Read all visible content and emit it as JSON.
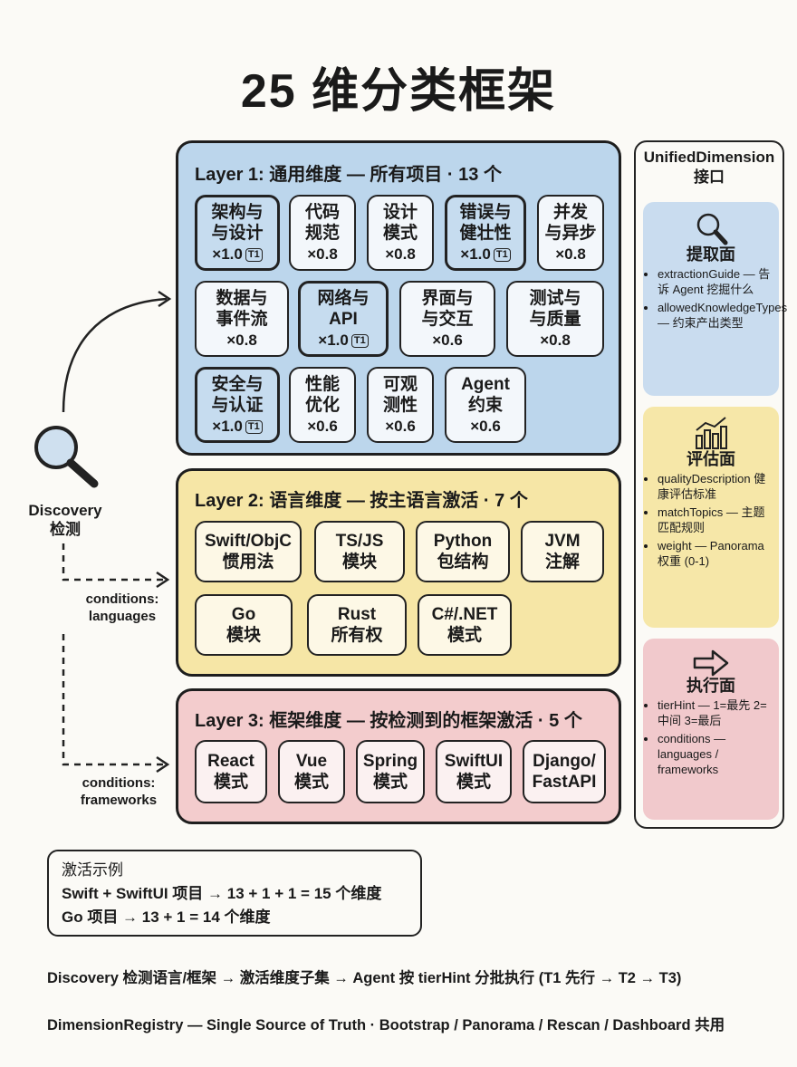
{
  "title": "25 维分类框架",
  "layer1": {
    "header": "Layer 1: 通用维度 — 所有项目 · 13 个",
    "cards": [
      {
        "l1": "架构与",
        "l2": "与设计",
        "w": "×1.0",
        "tag": "T1"
      },
      {
        "l1": "代码",
        "l2": "规范",
        "w": "×0.8"
      },
      {
        "l1": "设计",
        "l2": "模式",
        "w": "×0.8"
      },
      {
        "l1": "错误与",
        "l2": "健壮性",
        "w": "×1.0",
        "tag": "T1"
      },
      {
        "l1": "并发",
        "l2": "与异步",
        "w": "×0.8"
      },
      {
        "l1": "数据与",
        "l2": "事件流",
        "w": "×0.8"
      },
      {
        "l1": "网络与",
        "l2": "API",
        "w": "×1.0",
        "tag": "T1"
      },
      {
        "l1": "界面与",
        "l2": "与交互",
        "w": "×0.6"
      },
      {
        "l1": "测试与",
        "l2": "与质量",
        "w": "×0.8"
      },
      {
        "l1": "安全与",
        "l2": "与认证",
        "w": "×1.0",
        "tag": "T1"
      },
      {
        "l1": "性能",
        "l2": "优化",
        "w": "×0.6"
      },
      {
        "l1": "可观",
        "l2": "测性",
        "w": "×0.6"
      },
      {
        "l1": "Agent",
        "l2": "约束",
        "w": "×0.6"
      }
    ]
  },
  "layer2": {
    "header": "Layer 2: 语言维度 — 按主语言激活 · 7 个",
    "cards": [
      {
        "l1": "Swift/ObjC",
        "l2": "惯用法"
      },
      {
        "l1": "TS/JS",
        "l2": "模块"
      },
      {
        "l1": "Python",
        "l2": "包结构"
      },
      {
        "l1": "JVM",
        "l2": "注解"
      },
      {
        "l1": "Go",
        "l2": "模块"
      },
      {
        "l1": "Rust",
        "l2": "所有权"
      },
      {
        "l1": "C#/.NET",
        "l2": "模式"
      }
    ]
  },
  "layer3": {
    "header": "Layer 3: 框架维度 — 按检测到的框架激活 · 5 个",
    "cards": [
      {
        "l1": "React",
        "l2": "模式"
      },
      {
        "l1": "Vue",
        "l2": "模式"
      },
      {
        "l1": "Spring",
        "l2": "模式"
      },
      {
        "l1": "SwiftUI",
        "l2": "模式"
      },
      {
        "l1": "Django/",
        "l2": "FastAPI"
      }
    ]
  },
  "discovery": {
    "l1": "Discovery",
    "l2": "检测"
  },
  "cond_lang": {
    "l1": "conditions:",
    "l2": "languages"
  },
  "cond_fw": {
    "l1": "conditions:",
    "l2": "frameworks"
  },
  "sidebar": {
    "title1": "UnifiedDimension",
    "title2": "接口",
    "extract": {
      "heading": "提取面",
      "items": [
        "extractionGuide — 告诉 Agent 挖掘什么",
        "allowedKnowledgeTypes — 约束产出类型"
      ]
    },
    "evaluate": {
      "heading": "评估面",
      "items": [
        "qualityDescription 健康评估标准",
        "matchTopics — 主题匹配规则",
        "weight — Panorama 权重 (0-1)"
      ]
    },
    "execute": {
      "heading": "执行面",
      "items": [
        "tierHint — 1=最先 2=中间 3=最后",
        "conditions — languages / frameworks"
      ]
    }
  },
  "example": {
    "heading": "激活示例",
    "line1": "Swift + SwiftUI 项目 → 13 + 1 + 1 = 15 个维度",
    "line2": "Go 项目 → 13 + 1 = 14 个维度"
  },
  "footer1": "Discovery 检测语言/框架 → 激活维度子集 → Agent 按 tierHint 分批执行 (T1 先行 → T2 → T3)",
  "footer2": "DimensionRegistry — Single Source of Truth · Bootstrap / Panorama / Rescan / Dashboard 共用",
  "colors": {
    "layer1": "#bcd6ec",
    "layer2": "#f6e6a6",
    "layer3": "#f3cccd",
    "panel_blue": "#c9dcef",
    "panel_yellow": "#f6e7a8",
    "panel_pink": "#f1c9cc"
  }
}
